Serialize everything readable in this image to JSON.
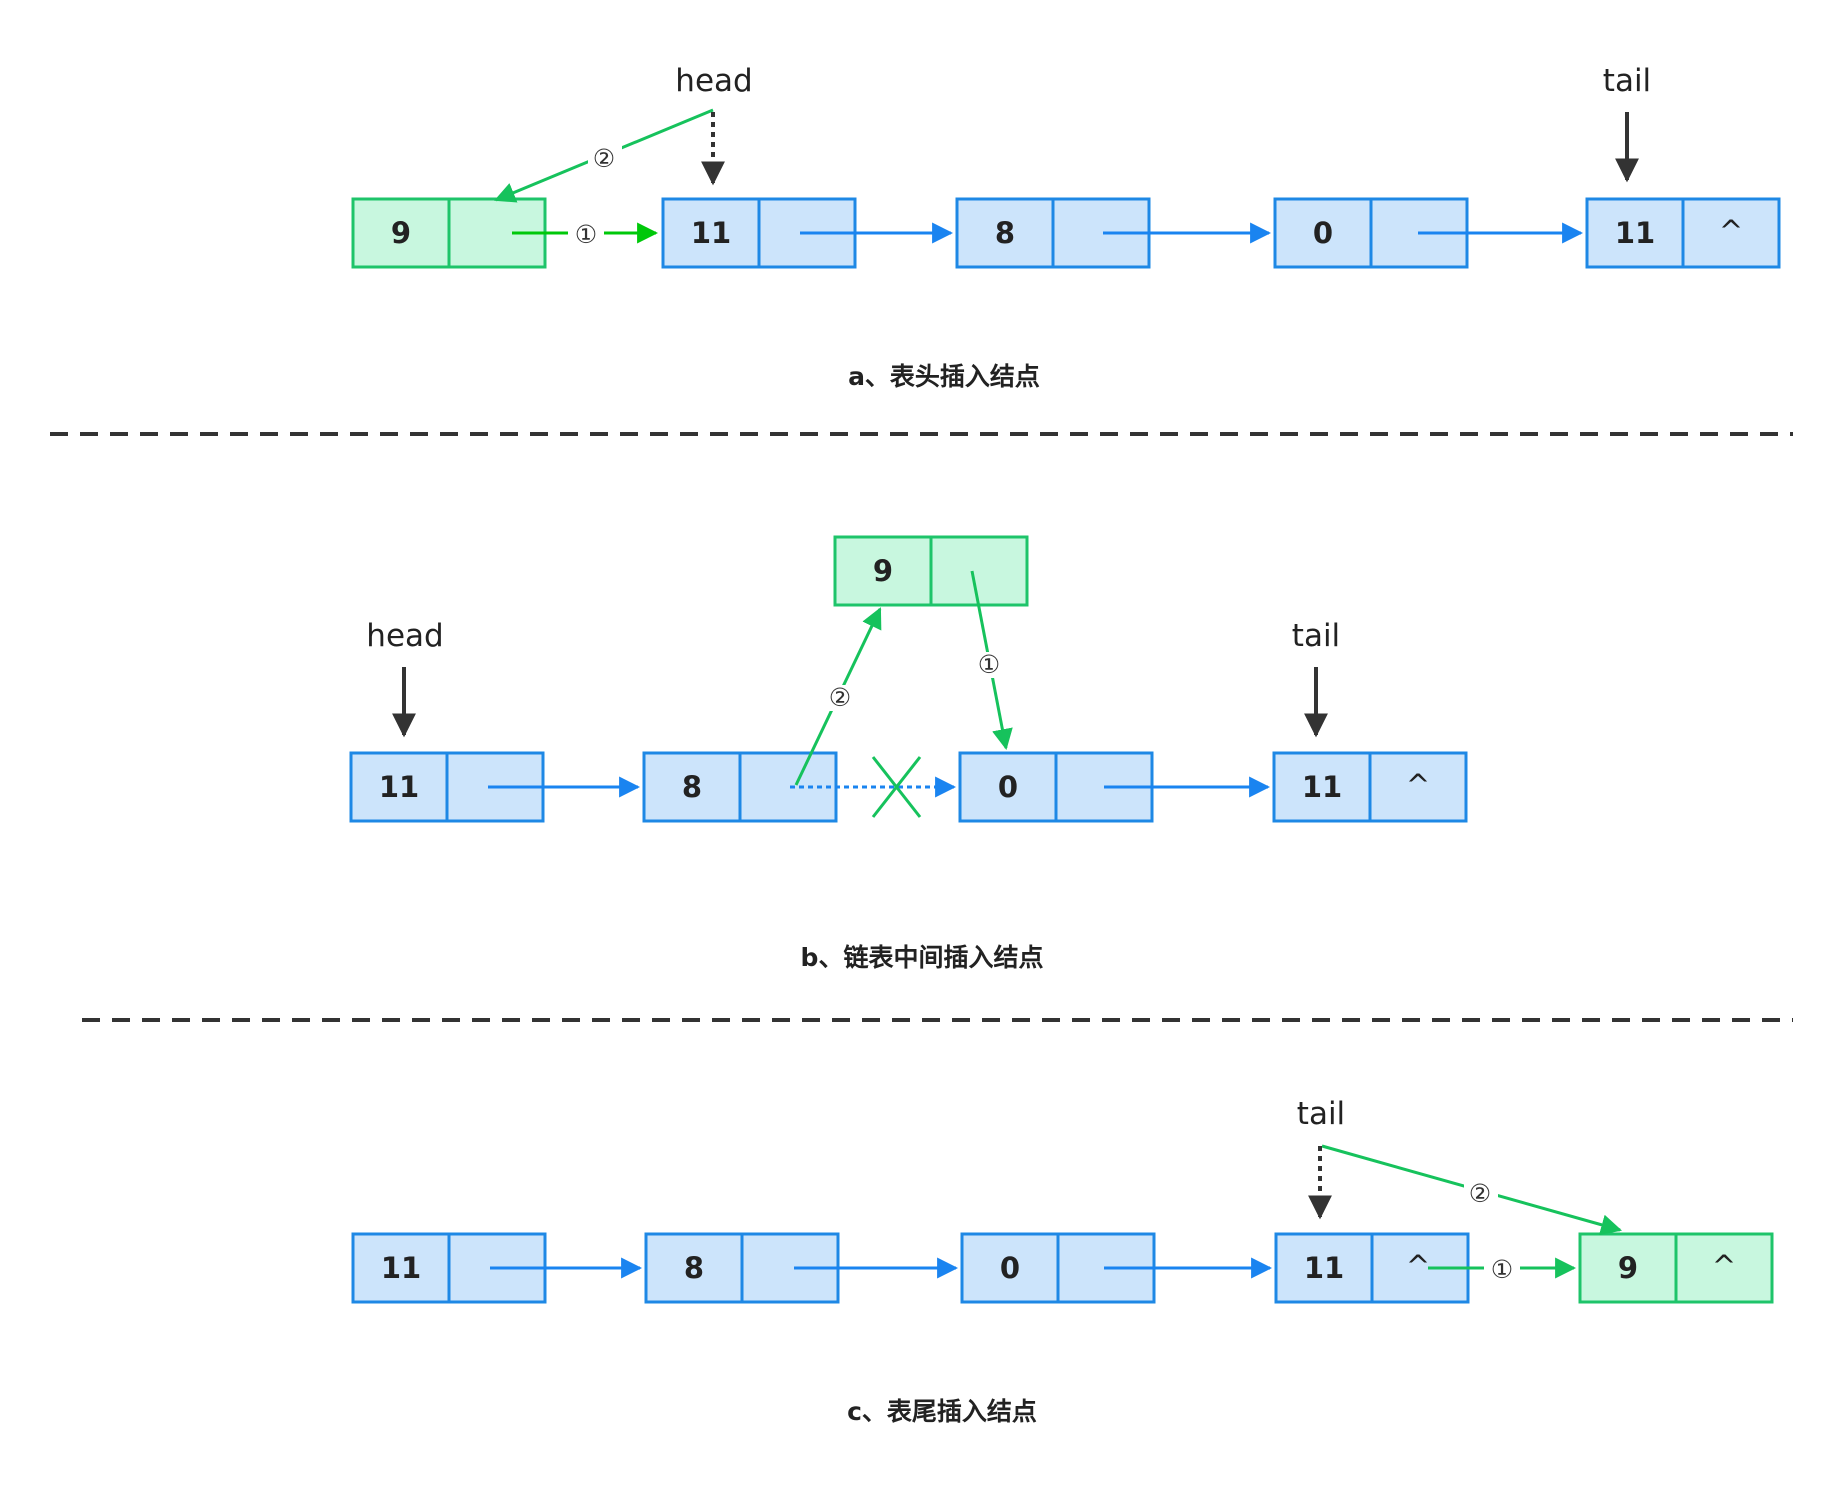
{
  "colors": {
    "node_fill": "#cce4fb",
    "node_stroke": "#1e88e5",
    "new_fill": "#c8f7df",
    "new_stroke": "#1ec46a",
    "link": "#1a84f0",
    "new_link": "#16c25c",
    "insert_arrow": "#00c80a",
    "pointer": "#333333",
    "divider": "#333333"
  },
  "sections": [
    {
      "caption": "a、表头插入结点",
      "labels": {
        "head": "head",
        "tail": "tail"
      },
      "nodes": [
        {
          "value": "9",
          "next": "",
          "new": true
        },
        {
          "value": "11",
          "next": ""
        },
        {
          "value": "8",
          "next": ""
        },
        {
          "value": "0",
          "next": ""
        },
        {
          "value": "11",
          "next": "^"
        }
      ],
      "steps": [
        "①",
        "②"
      ]
    },
    {
      "caption": "b、链表中间插入结点",
      "labels": {
        "head": "head",
        "tail": "tail"
      },
      "nodes": [
        {
          "value": "11",
          "next": ""
        },
        {
          "value": "8",
          "next": ""
        },
        {
          "value": "0",
          "next": ""
        },
        {
          "value": "11",
          "next": "^"
        },
        {
          "value": "9",
          "next": "",
          "new": true
        }
      ],
      "steps": [
        "①",
        "②"
      ]
    },
    {
      "caption": "c、表尾插入结点",
      "labels": {
        "tail": "tail"
      },
      "nodes": [
        {
          "value": "11",
          "next": ""
        },
        {
          "value": "8",
          "next": ""
        },
        {
          "value": "0",
          "next": ""
        },
        {
          "value": "11",
          "next": "^"
        },
        {
          "value": "9",
          "next": "^",
          "new": true
        }
      ],
      "steps": [
        "①",
        "②"
      ]
    }
  ]
}
